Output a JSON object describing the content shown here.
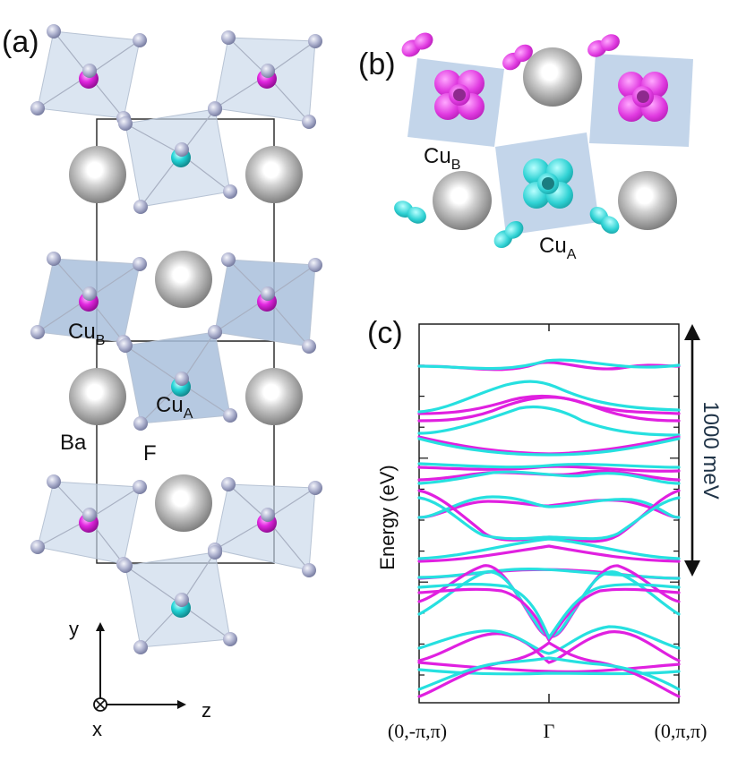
{
  "panels": {
    "a": "(a)",
    "b": "(b)",
    "c": "(c)"
  },
  "labels_a": {
    "cu_b": "Cu",
    "cu_b_sub": "B",
    "cu_a": "Cu",
    "cu_a_sub": "A",
    "ba": "Ba",
    "f": "F"
  },
  "labels_b": {
    "cu_b": "Cu",
    "cu_b_sub": "B",
    "cu_a": "Cu",
    "cu_a_sub": "A"
  },
  "axes_legend": {
    "y": "y",
    "z": "z",
    "x": "x"
  },
  "colors": {
    "cu_b_orbital": "#e020e0",
    "cu_a_orbital": "#26e0e0",
    "fluorine": "#a6abcc",
    "barium": "#9a9a9a",
    "plaquette": "#c8d7ea",
    "plaquette_dark": "#a9c0dc"
  },
  "chart_data": {
    "type": "line",
    "ylabel": "Energy (eV)",
    "x_ticks": [
      "(0,-π,π)",
      "Γ",
      "(0,π,π)"
    ],
    "scale_bar_label": "1000 meV",
    "series_colors": [
      "#e020e0",
      "#26e0e0"
    ]
  }
}
